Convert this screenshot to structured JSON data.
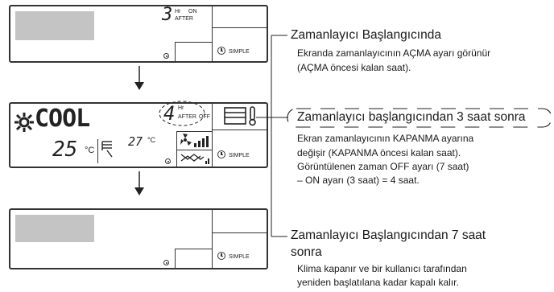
{
  "panel1": {
    "hour_digit": "3",
    "hr_label": "Hr",
    "on_label": "ON",
    "after_label": "AFTER",
    "simple_label": "SIMPLE"
  },
  "panel2": {
    "mode_label": "COOL",
    "set_temp": "25",
    "temp_unit": "°C",
    "room_temp": "27",
    "room_temp_unit": "°C",
    "hour_digit": "4",
    "hr_label": "Hr",
    "after_label": "AFTER",
    "off_label": "OFF",
    "simple_label": "SIMPLE"
  },
  "panel3": {
    "simple_label": "SIMPLE"
  },
  "annotations": {
    "a1": {
      "title": "Zamanlayıcı Başlangıcında",
      "lines": [
        "Ekranda zamanlayıcının AÇMA ayarı görünür",
        "(AÇMA öncesi kalan saat)."
      ]
    },
    "a2": {
      "title": "Zamanlayıcı başlangıcından 3 saat sonra",
      "lines": [
        "Ekran zamanlayıcının KAPANMA ayarına",
        "değişir (KAPANMA öncesi kalan saat).",
        "Görüntülenen zaman OFF ayarı (7 saat)",
        "– ON ayarı (3 saat) = 4 saat."
      ]
    },
    "a3": {
      "title_lines": [
        "Zamanlayıcı Başlangıcından 7 saat",
        "sonra"
      ],
      "lines": [
        "Klima kapanır ve bir kullanıcı tarafından",
        "yeniden başlatılana kadar kapalı kalır."
      ]
    }
  }
}
